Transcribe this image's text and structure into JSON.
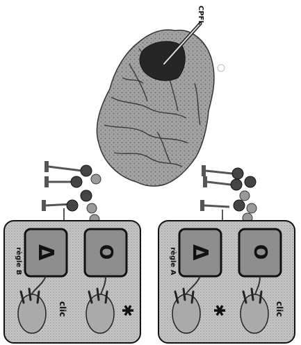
{
  "brain": {
    "region_label": "CPFL"
  },
  "panels": [
    {
      "id": "B",
      "rule_label": "règle B",
      "click_label": "clic",
      "no_click_label": "✱"
    },
    {
      "id": "A",
      "rule_label": "règle A",
      "click_label": "clic",
      "no_click_label": "✱"
    }
  ],
  "card_symbols": {
    "triangle": "Δ",
    "circle": "O"
  },
  "colors": {
    "brain": "#9a9a9a",
    "cpfl": "#2a2a2a",
    "panel_bg": "#d8d8d8",
    "card": "#8e8e8e",
    "pin": "#555555",
    "circle_dark": "#444444",
    "circle_light": "#9a9a9a"
  }
}
